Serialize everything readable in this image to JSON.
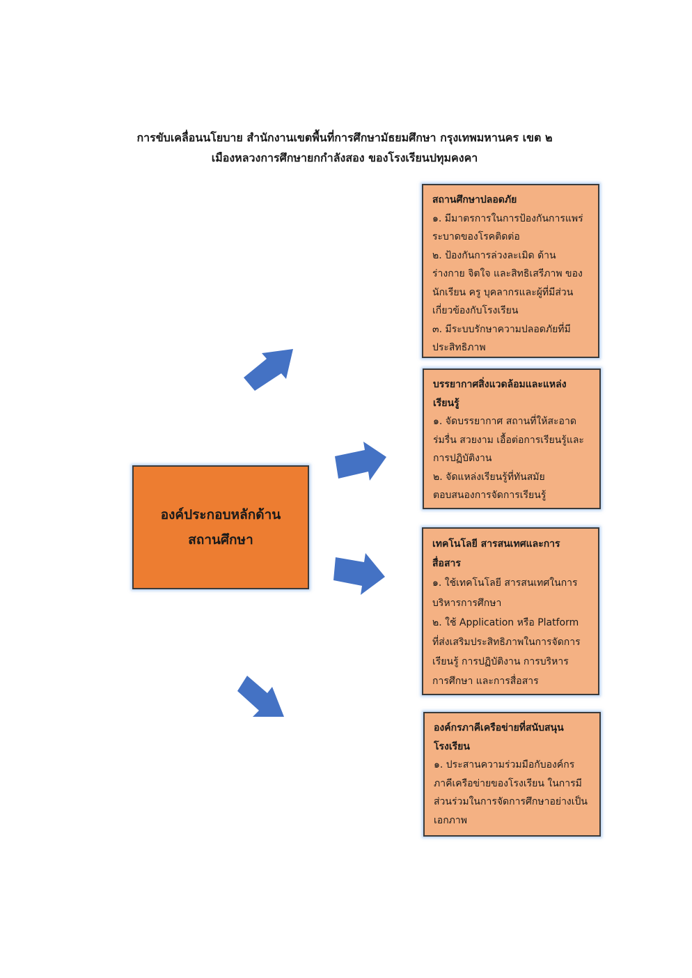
{
  "title": {
    "line1": "การขับเคลื่อนนโยบาย สำนักงานเขตพื้นที่การศึกษามัธยมศึกษา กรุงเทพมหานคร เขต ๒",
    "line2": "เมืองหลวงการศึกษายกกำลังสอง ของโรงเรียนปทุมคงคา"
  },
  "center": {
    "line1": "องค์ประกอบหลักด้าน",
    "line2": "สถานศึกษา"
  },
  "cards": [
    {
      "title": "สถานศึกษาปลอดภัย",
      "lines": [
        "๑. มีมาตรการในการป้องกันการแพร่",
        "ระบาดของโรคติดต่อ",
        "๒. ป้องกันการล่วงละเมิด ด้าน",
        "ร่างกาย จิตใจ และสิทธิเสรีภาพ ของ",
        "นักเรียน ครู บุคลากรและผู้ที่มีส่วน",
        "เกี่ยวข้องกับโรงเรียน",
        "๓. มีระบบรักษาความปลอดภัยที่มี",
        "ประสิทธิภาพ"
      ]
    },
    {
      "title_line1": "บรรยากาศสิ่งแวดล้อมและแหล่ง",
      "title_line2": "เรียนรู้",
      "lines": [
        "๑. จัดบรรยากาศ สถานที่ให้สะอาด",
        "ร่มรื่น สวยงาม เอื้อต่อการเรียนรู้และ",
        "การปฏิบัติงาน",
        "๒. จัดแหล่งเรียนรู้ที่ทันสมัย",
        "ตอบสนองการจัดการเรียนรู้"
      ]
    },
    {
      "title_line1": "เทคโนโลยี สารสนเทศและการ",
      "title_line2": "สื่อสาร",
      "lines": [
        "๑. ใช้เทคโนโลยี สารสนเทศในการ",
        "บริหารการศึกษา",
        "๒. ใช้ Application หรือ Platform",
        "ที่ส่งเสริมประสิทธิภาพในการจัดการ",
        "เรียนรู้ การปฏิบัติงาน การบริหาร",
        "การศึกษา และการสื่อสาร"
      ]
    },
    {
      "title_line1": "องค์กรภาคีเครือข่ายที่สนับสนุน",
      "title_line2": "โรงเรียน",
      "lines": [
        "๑. ประสานความร่วมมือกับองค์กร",
        "ภาคีเครือข่ายของโรงเรียน ในการมี",
        "ส่วนร่วมในการจัดการศึกษาอย่างเป็น",
        "เอกภาพ"
      ]
    }
  ],
  "colors": {
    "center_fill": "#ED7D31",
    "card_fill": "#F4B183",
    "arrow_fill": "#4472C4"
  }
}
